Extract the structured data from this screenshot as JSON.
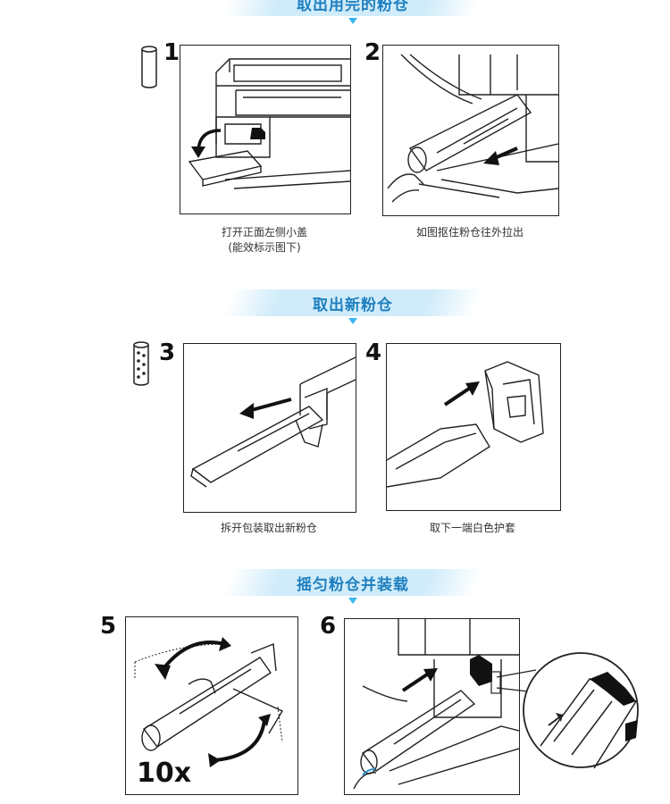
{
  "sections": [
    {
      "title": "取出用完的粉仓"
    },
    {
      "title": "取出新粉仓"
    },
    {
      "title": "摇匀粉仓并装载"
    }
  ],
  "steps": [
    {
      "number": "1",
      "caption_lines": [
        "打开正面左侧小盖",
        "(能效标示图下)"
      ]
    },
    {
      "number": "2",
      "caption_lines": [
        "如图抠住粉仓往外拉出"
      ]
    },
    {
      "number": "3",
      "caption_lines": [
        "拆开包装取出新粉仓"
      ]
    },
    {
      "number": "4",
      "caption_lines": [
        "取下一端白色护套"
      ]
    },
    {
      "number": "5",
      "caption_lines": [],
      "overlay_text": "10x"
    },
    {
      "number": "6",
      "caption_lines": []
    }
  ],
  "colors": {
    "accent": "#1e7fbf",
    "arrow": "#38b6f0",
    "line": "#222222"
  }
}
